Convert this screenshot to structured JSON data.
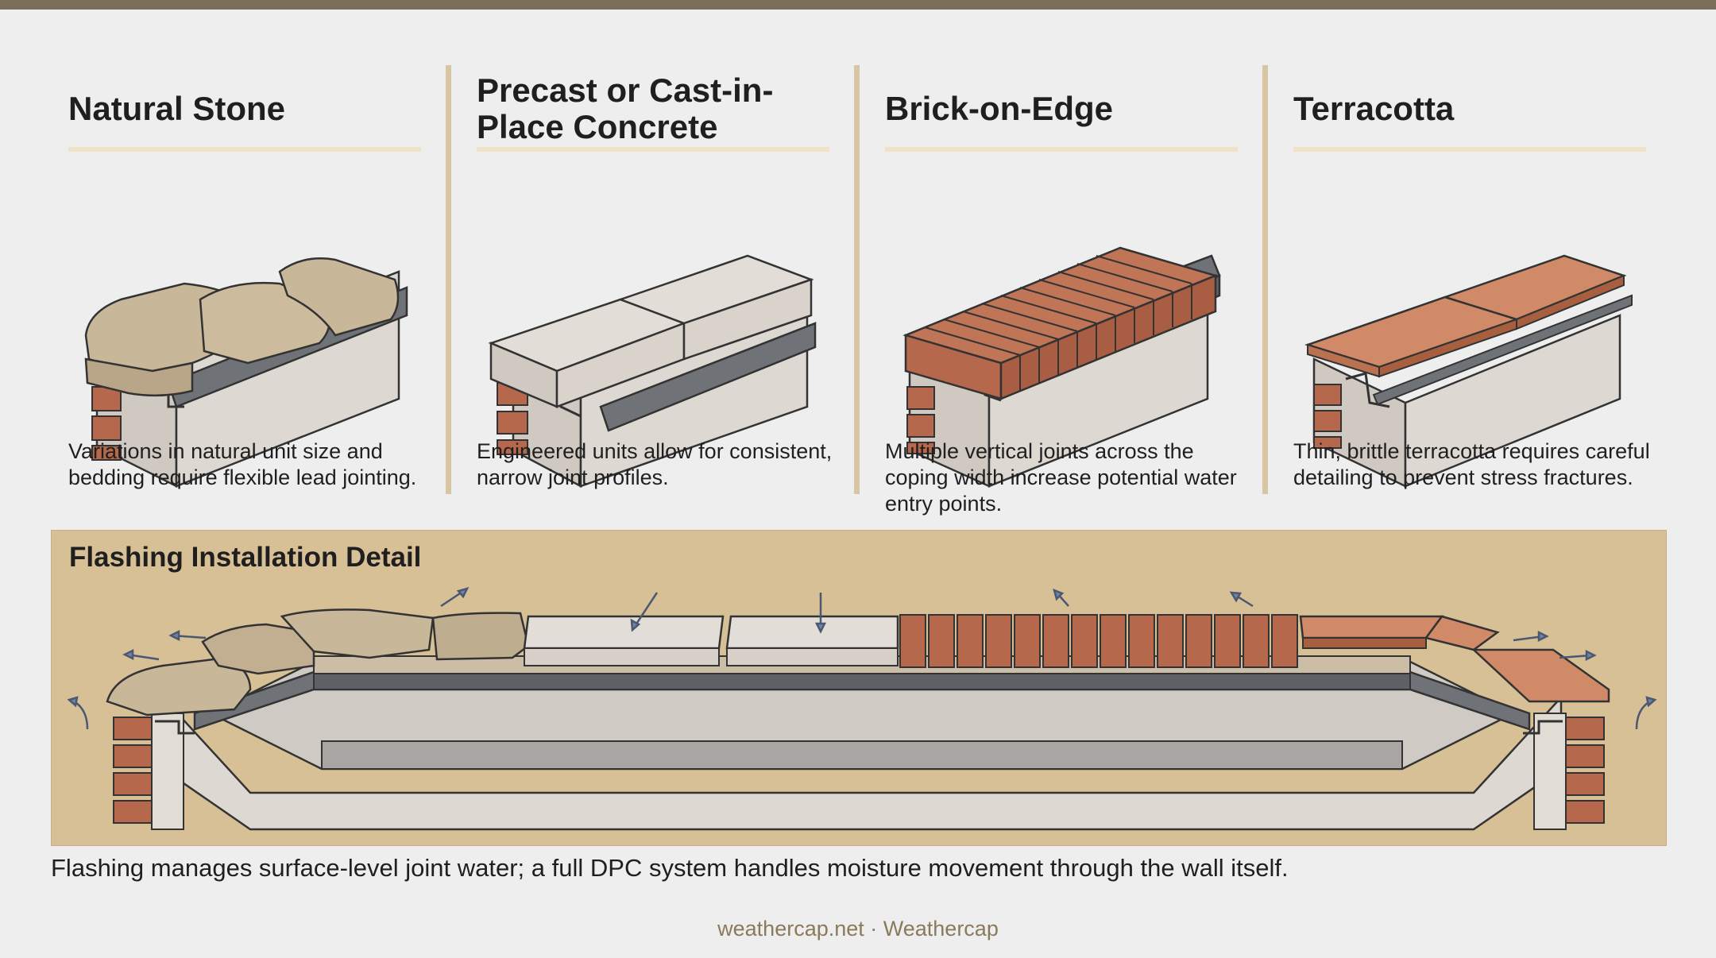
{
  "columns": [
    {
      "title": "Natural Stone",
      "description": "Variations in natural unit size and bedding require flexible lead jointing."
    },
    {
      "title": "Precast or Cast-in-Place Concrete",
      "description": "Engineered units allow for consistent, narrow joint profiles."
    },
    {
      "title": "Brick-on-Edge",
      "description": "Multiple vertical joints across the coping width increase potential water entry points."
    },
    {
      "title": "Terracotta",
      "description": "Thin, brittle terracotta requires careful detailing to prevent stress fractures."
    }
  ],
  "detail": {
    "title": "Flashing Installation Detail"
  },
  "caption": "Flashing manages surface-level joint water; a full DPC system handles moisture movement through the wall itself.",
  "footer": "weathercap.net · Weathercap",
  "colors": {
    "stone": "#c9b79a",
    "concrete": "#dcd6cf",
    "brick": "#b5684b",
    "terracotta": "#d08a67",
    "flashing": "#6f7276",
    "wall": "#d9d4ce",
    "panel": "#d7bf96",
    "divider": "#d8c6a2"
  }
}
